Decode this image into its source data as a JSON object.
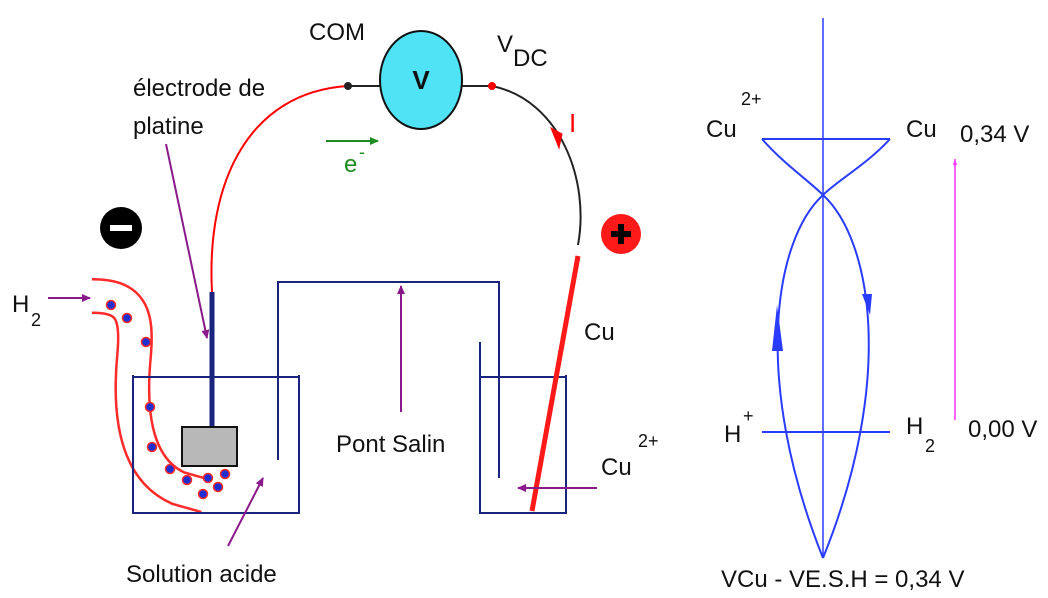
{
  "diagram": {
    "voltmeter": {
      "label": "V",
      "com_label": "COM",
      "vdc_main": "V",
      "vdc_sub": "DC"
    },
    "current_label": "I",
    "electron_label": "e",
    "electron_sup": "-",
    "electrode_label_line1": "électrode de",
    "electrode_label_line2": "platine",
    "negative_sign": "-",
    "positive_sign": "+",
    "h2_main": "H",
    "h2_sub": "2",
    "cu_electrode_label": "Cu",
    "salt_bridge_label": "Pont Salin",
    "acid_solution_label": "Solution acide",
    "cu_ion_main": "Cu",
    "cu_ion_sup": "2+"
  },
  "scale": {
    "cu2_main": "Cu",
    "cu2_sup": "2+",
    "cu_right": "Cu",
    "cu_potential": "0,34 V",
    "h_main": "H",
    "h_sup": "+",
    "h2_main": "H",
    "h2_sub": "2",
    "h_potential": "0,00 V",
    "equation": "VCu - VE.S.H = 0,34 V"
  },
  "colors": {
    "wire_red": "#ff0000",
    "wire_black": "#222222",
    "beaker": "#1a237e",
    "curve_blue": "#2a3cff",
    "voltmeter_fill": "#4fe3f5",
    "electron_green": "#1e8c1e",
    "arrow_purple": "#8a1a8a",
    "magenta_arrow": "#ff33ff",
    "electrode_gray": "#b8b8b8"
  }
}
